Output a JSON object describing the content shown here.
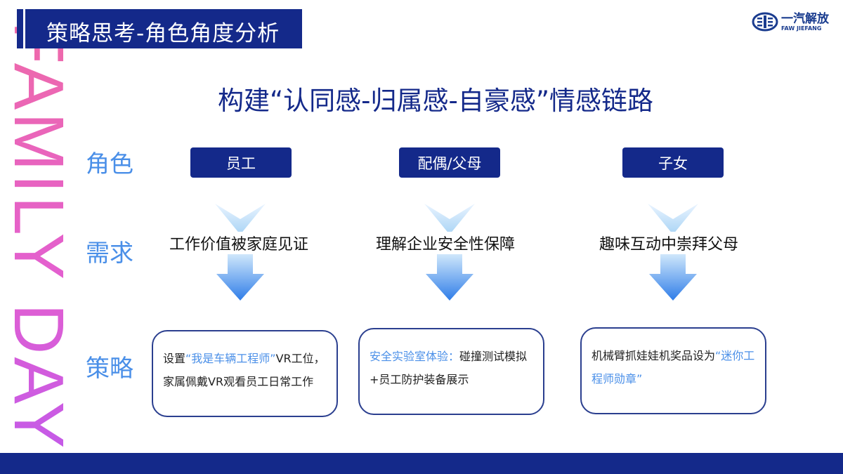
{
  "header": {
    "title": "策略思考-角色角度分析"
  },
  "watermark": {
    "text": "FAMILY DAY"
  },
  "logo": {
    "cn": "一汽解放",
    "en": "FAW JIEFANG"
  },
  "headline": "构建“认同感-归属感-自豪感”情感链路",
  "row_labels": {
    "role": "角色",
    "need": "需求",
    "strategy": "策略"
  },
  "columns": [
    {
      "role": "员工",
      "need": "工作价值被家庭见证",
      "strategy": {
        "pre": "设置",
        "highlight": "“我是车辆工程师”",
        "post": "VR工位，家属佩戴VR观看员工日常工作"
      }
    },
    {
      "role": "配偶/父母",
      "need": "理解企业安全性保障",
      "strategy": {
        "pre": "",
        "highlight": "安全实验室体验：",
        "post": "碰撞测试模拟+员工防护装备展示"
      }
    },
    {
      "role": "子女",
      "need": "趣味互动中崇拜父母",
      "strategy": {
        "pre": "机械臂抓娃娃机奖品设为",
        "highlight": "“迷你工程师勋章”",
        "post": ""
      }
    }
  ],
  "colors": {
    "navy": "#14298a",
    "accent": "#4a8fe8",
    "pink": "#ef6aa8"
  }
}
